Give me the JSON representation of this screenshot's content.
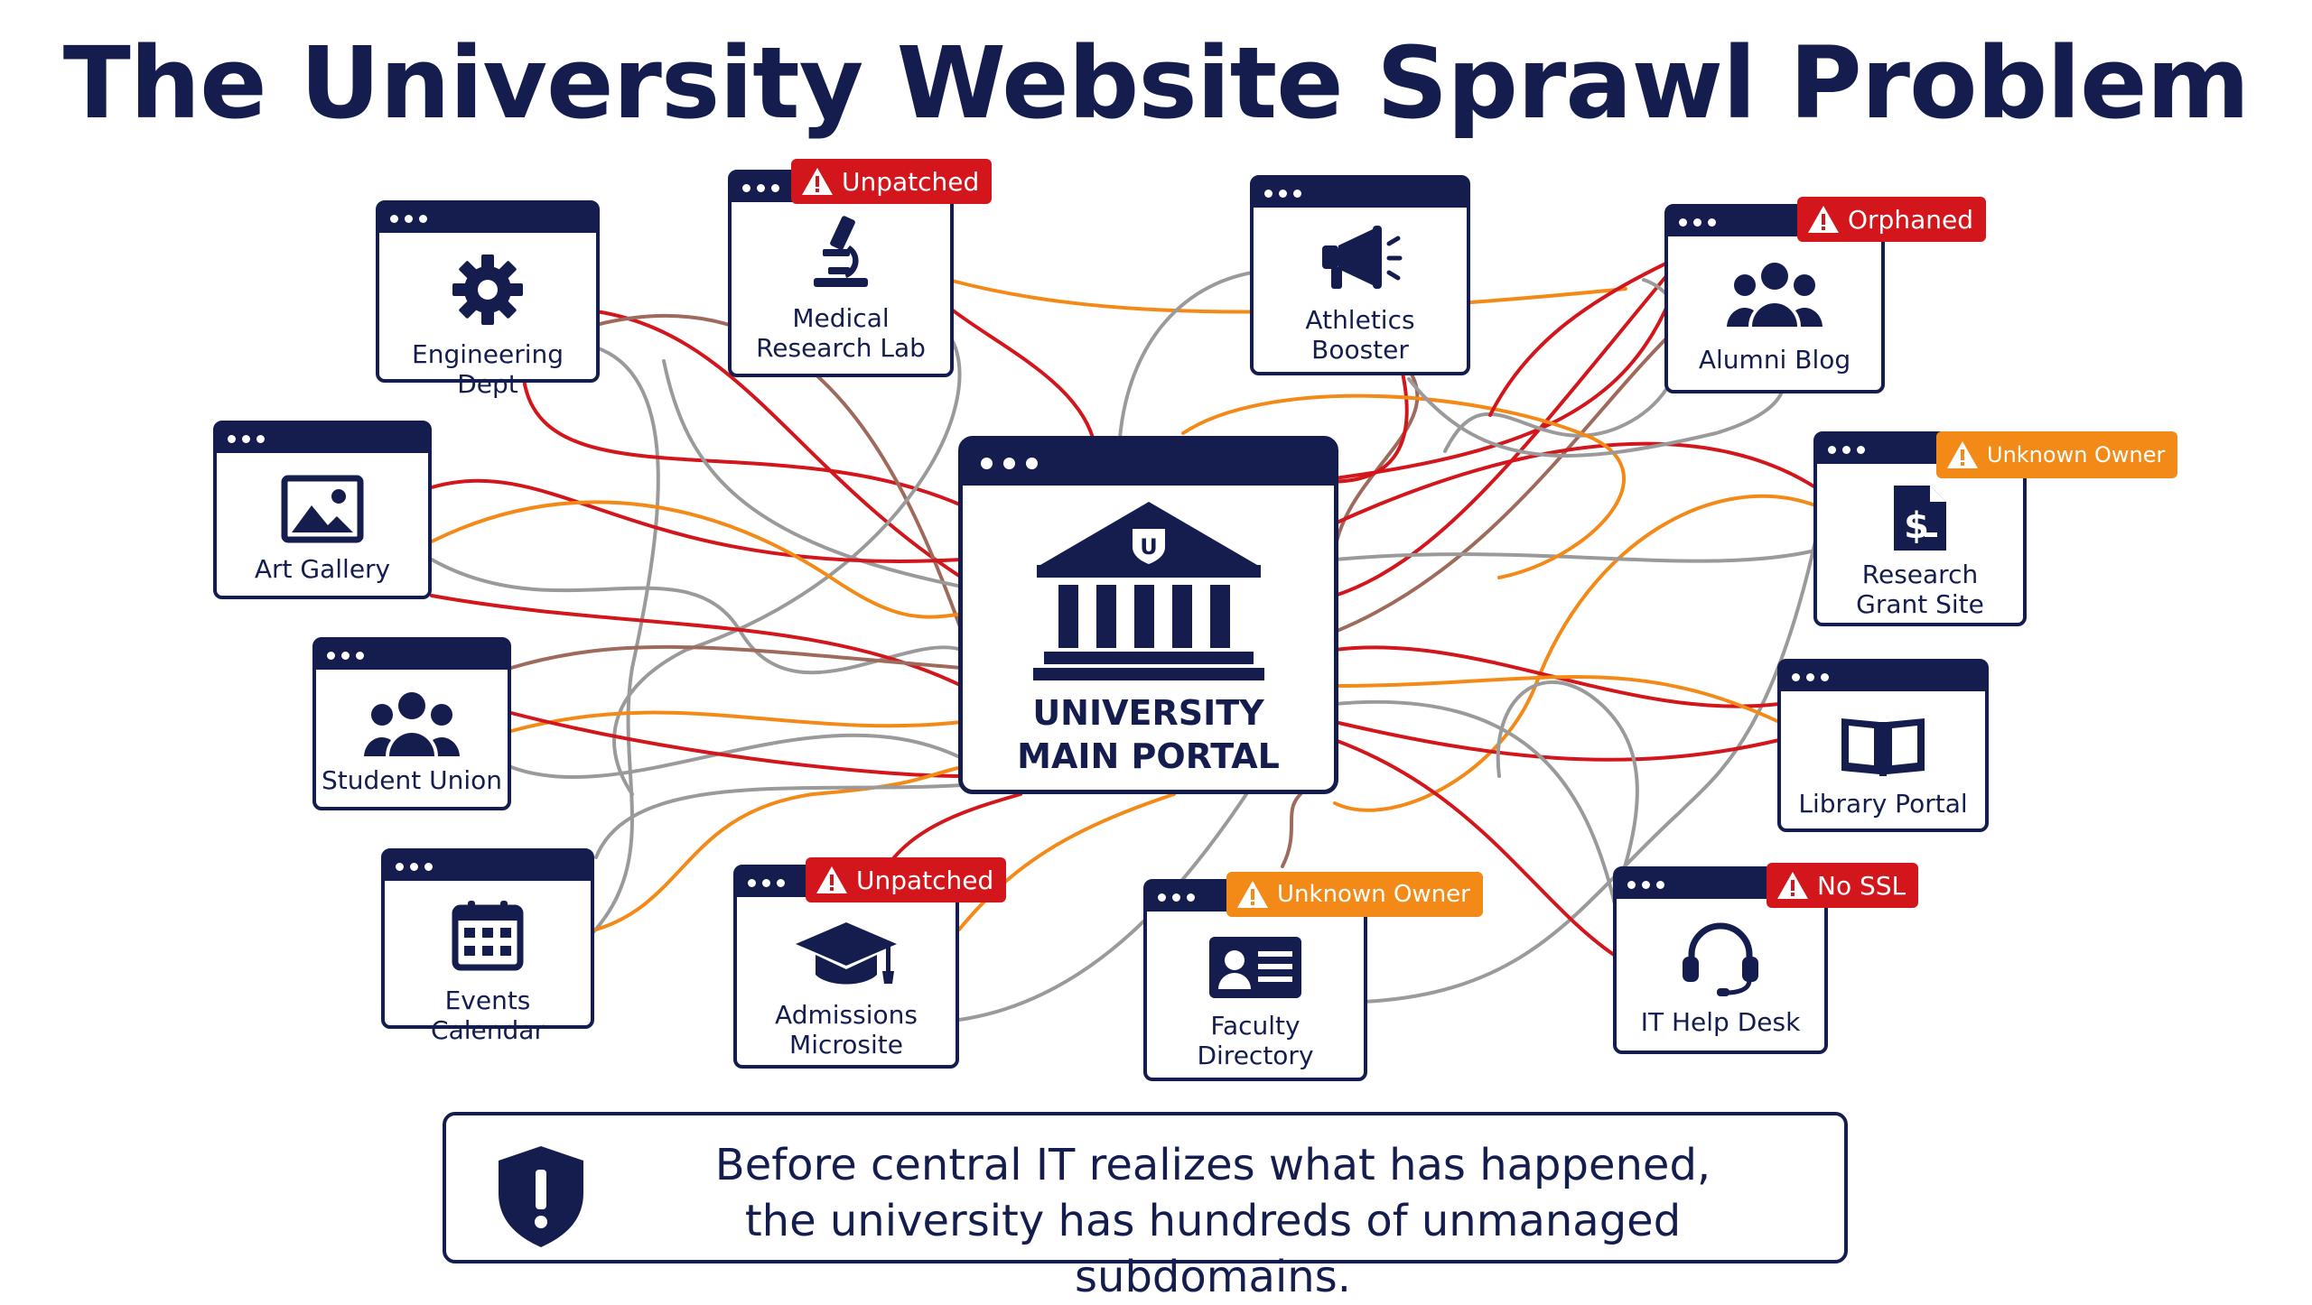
{
  "title": "The University Website Sprawl Problem",
  "hub": {
    "title_line1": "UNIVERSITY",
    "title_line2": "MAIN PORTAL",
    "emblem": "U"
  },
  "sites": {
    "engineering": {
      "label": "Engineering Dept",
      "icon": "gear-icon"
    },
    "medical": {
      "label_line1": "Medical",
      "label_line2": "Research Lab",
      "icon": "microscope-icon",
      "badge": "Unpatched"
    },
    "athletics": {
      "label_line1": "Athletics",
      "label_line2": "Booster",
      "icon": "megaphone-icon"
    },
    "alumni": {
      "label": "Alumni Blog",
      "icon": "group-icon",
      "badge": "Orphaned"
    },
    "art": {
      "label": "Art Gallery",
      "icon": "image-icon"
    },
    "grant": {
      "label_line1": "Research",
      "label_line2": "Grant Site",
      "icon": "dollar-document-icon",
      "badge": "Unknown Owner"
    },
    "student": {
      "label": "Student Union",
      "icon": "group-icon"
    },
    "library": {
      "label": "Library Portal",
      "icon": "book-icon"
    },
    "events": {
      "label": "Events Calendar",
      "icon": "calendar-icon"
    },
    "admissions": {
      "label_line1": "Admissions",
      "label_line2": "Microsite",
      "icon": "graduation-cap-icon",
      "badge": "Unpatched"
    },
    "faculty": {
      "label_line1": "Faculty",
      "label_line2": "Directory",
      "icon": "id-card-icon",
      "badge": "Unknown Owner"
    },
    "helpdesk": {
      "label": "IT Help Desk",
      "icon": "headset-icon",
      "badge": "No SSL"
    }
  },
  "callout": {
    "line1": "Before central IT realizes what has happened,",
    "line2": "the university has hundreds of unmanaged subdomains.",
    "icon": "shield-warning-icon"
  },
  "colors": {
    "navy": "#141d4e",
    "red": "#d2161c",
    "orange": "#f38a17",
    "gray": "#9a9a9a",
    "brown": "#9e6a5c"
  }
}
